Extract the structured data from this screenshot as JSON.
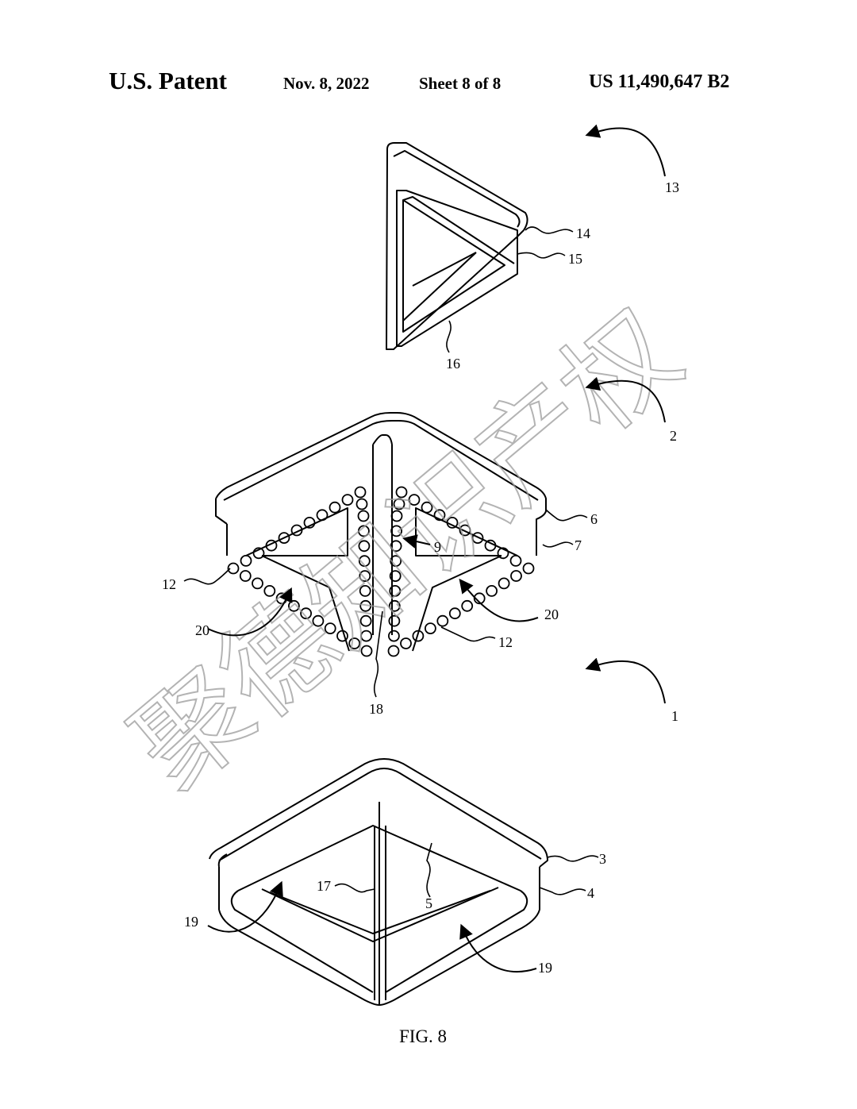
{
  "header": {
    "left": "U.S. Patent",
    "date": "Nov. 8, 2022",
    "sheet": "Sheet 8 of 8",
    "patent_number": "US 11,490,647 B2"
  },
  "figure_label": "FIG. 8",
  "watermark": "聚德知识产权",
  "ref_labels": {
    "r1": "1",
    "r2": "2",
    "r3": "3",
    "r4": "4",
    "r5": "5",
    "r6": "6",
    "r7": "7",
    "r9": "9",
    "r12a": "12",
    "r12b": "12",
    "r13": "13",
    "r14": "14",
    "r15": "15",
    "r16": "16",
    "r17": "17",
    "r18": "18",
    "r19a": "19",
    "r19b": "19",
    "r20a": "20",
    "r20b": "20"
  }
}
